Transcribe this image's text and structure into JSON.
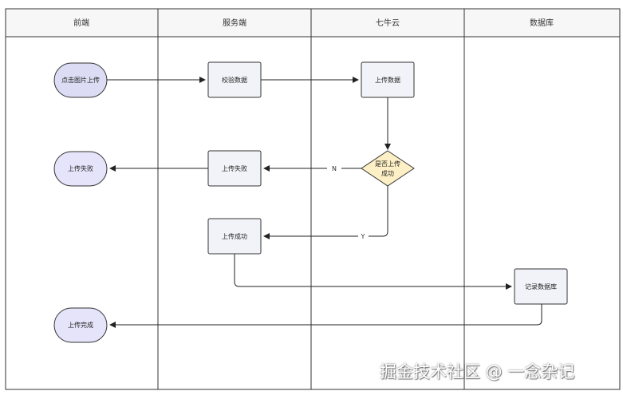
{
  "lanes": [
    "前端",
    "服务端",
    "七牛云",
    "数据库"
  ],
  "nodes": {
    "click_upload": "点击图片上传",
    "validate": "校验数据",
    "upload_data": "上传数据",
    "decision": [
      "是否上传",
      "成功"
    ],
    "fail_server": "上传失败",
    "fail_front": "上传失败",
    "success_server": "上传成功",
    "record_db": "记录数据库",
    "complete": "上传完成"
  },
  "edge_labels": {
    "no": "N",
    "yes": "Y"
  },
  "watermark": "掘金技术社区 @ 一念杂记",
  "colors": {
    "terminal_fill": "#e6e4fb",
    "start_fill": "#dcdcf4",
    "process_fill": "#f1f3f8",
    "decision_fill": "#fdf0c6",
    "stroke": "#333333"
  }
}
